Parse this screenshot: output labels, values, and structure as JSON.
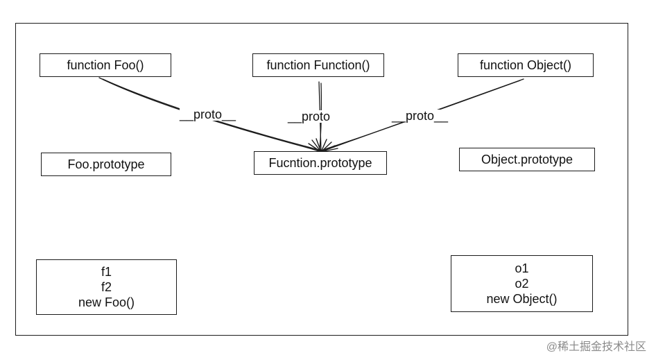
{
  "nodes": {
    "function_foo": "function Foo()",
    "function_function": "function Function()",
    "function_object": "function Object()",
    "foo_prototype": "Foo.prototype",
    "function_prototype": "Fucntion.prototype",
    "object_prototype": "Object.prototype",
    "foo_instances": [
      "f1",
      "f2",
      "new Foo()"
    ],
    "object_instances": [
      "o1",
      "o2",
      "new Object()"
    ]
  },
  "edges": [
    {
      "from": "function_foo",
      "to": "function_prototype",
      "label": "__proto__"
    },
    {
      "from": "function_function",
      "to": "function_prototype",
      "label": "__proto"
    },
    {
      "from": "function_object",
      "to": "function_prototype",
      "label": "__proto__"
    }
  ],
  "watermark": "@稀土掘金技术社区"
}
